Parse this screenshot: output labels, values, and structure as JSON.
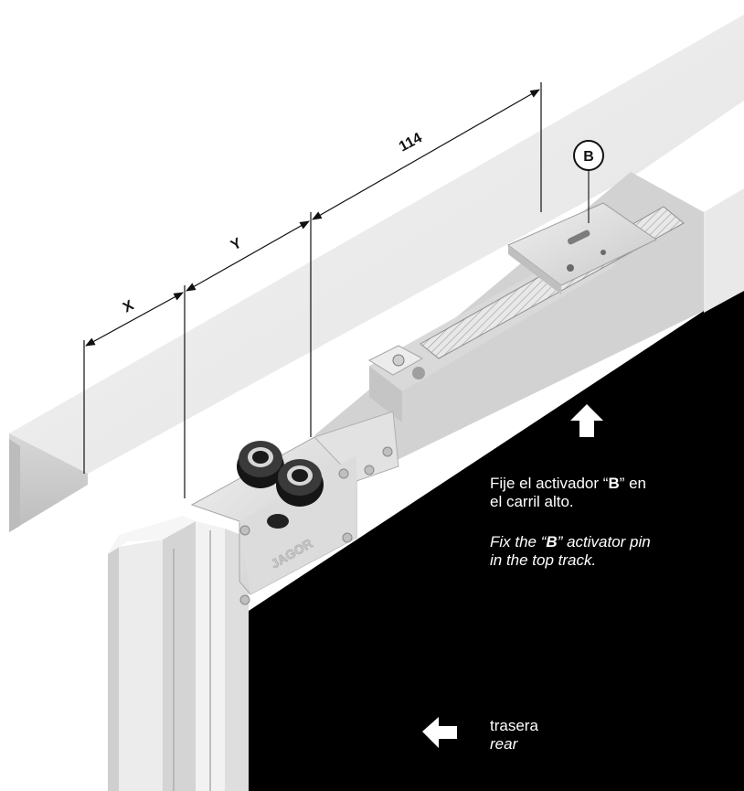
{
  "dimensions": {
    "x_label": "X",
    "y_label": "Y",
    "length_label": "114"
  },
  "callout": {
    "label": "B"
  },
  "instruction": {
    "es_line1_pre": "Fije el activador “",
    "es_line1_bold": "B",
    "es_line1_post": "” en",
    "es_line2": "el carril alto.",
    "en_line1_pre": "Fix the “",
    "en_line1_bold": "B",
    "en_line1_post": "” activator pin",
    "en_line2": "in the top track."
  },
  "direction": {
    "es": "trasera",
    "en": "rear"
  },
  "engraving": "JAGOR",
  "colors": {
    "panel": "#000000",
    "rail": "#e6e6e6",
    "hardware": "#dcdcdc",
    "text_on_panel": "#ffffff",
    "ink": "#111111"
  }
}
